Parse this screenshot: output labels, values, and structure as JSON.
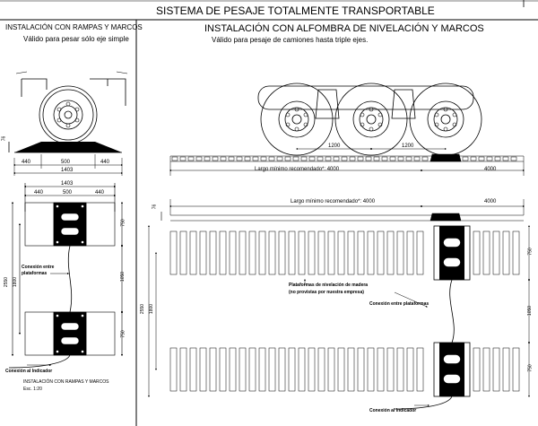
{
  "title": "SISTEMA DE PESAJE TOTALMENTE TRANSPORTABLE",
  "left": {
    "heading": "INSTALACIÓN CON RAMPAS Y MARCOS",
    "subheading": "Válido para pesar sólo eje simple",
    "side_view": {
      "height_dim": "76",
      "dims": [
        "440",
        "500",
        "440"
      ],
      "total": "1403"
    },
    "plan_view": {
      "total": "1403",
      "dims": [
        "440",
        "500",
        "440"
      ],
      "right_dims": [
        "750",
        "1050",
        "750"
      ],
      "left_dims": [
        "2550",
        "1800"
      ],
      "connection_label": "Conexión entre plataformas",
      "indicator_label": "Conexión al Indicador"
    },
    "caption": "INSTALACIÓN CON RAMPAS Y MARCOS",
    "scale": "Esc. 1:20"
  },
  "right": {
    "heading": "INSTALACIÓN CON  ALFOMBRA DE NIVELACIÓN Y MARCOS",
    "subheading": "Válido para pesaje de camiones hasta triple ejes.",
    "side_view": {
      "axle_spacing": [
        "1200",
        "1200"
      ],
      "recommended_length": "Largo mínimo recomendado*: 4000",
      "right_length": "4000"
    },
    "plan_view": {
      "recommended_length": "Largo mínimo recomendado*: 4000",
      "right_length": "4000",
      "height_dim": "76",
      "left_dims": [
        "2550",
        "1800"
      ],
      "right_dims": [
        "750",
        "1050",
        "750"
      ],
      "mat_label_1": "Plataformas de nivelación de madera",
      "mat_label_2": "(no provistas por nuestra empresa)",
      "connection_label": "Conexión entre plataformas",
      "indicator_label": "Conexión al Indicador"
    }
  }
}
